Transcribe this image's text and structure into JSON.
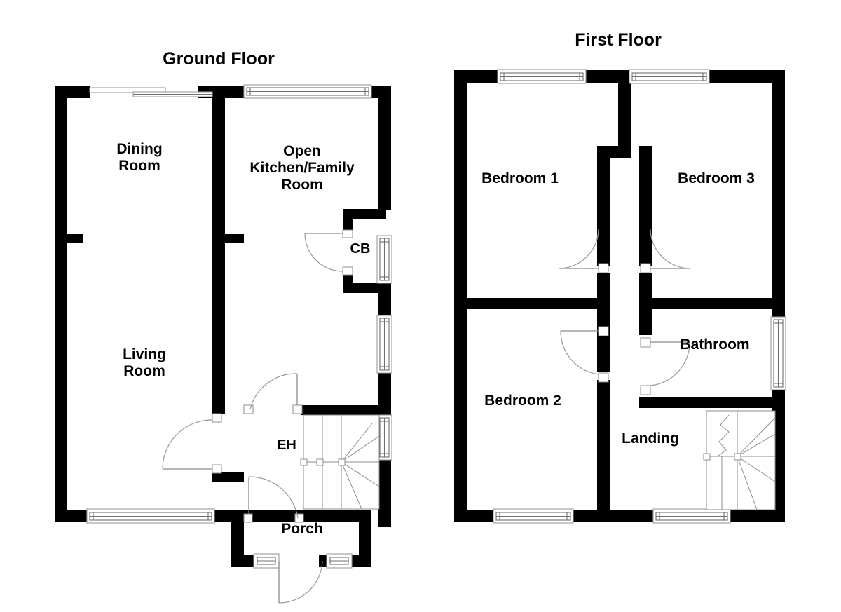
{
  "document": {
    "type": "floor-plan",
    "background_color": "#ffffff",
    "line_color": "#000000",
    "detail_color": "#8d8d8d"
  },
  "floors": [
    {
      "id": "ground",
      "title": "Ground Floor",
      "rooms": [
        {
          "id": "dining-room",
          "label": "Dining Room",
          "label_lines": [
            "Dining",
            "Room"
          ]
        },
        {
          "id": "kitchen",
          "label": "Open Kitchen/Family Room",
          "label_lines": [
            "Open",
            "Kitchen/Family",
            "Room"
          ]
        },
        {
          "id": "cupboard",
          "label": "CB",
          "label_lines": [
            "CB"
          ]
        },
        {
          "id": "living-room",
          "label": "Living Room",
          "label_lines": [
            "Living",
            "Room"
          ]
        },
        {
          "id": "entrance-hall",
          "label": "EH",
          "label_lines": [
            "EH"
          ]
        },
        {
          "id": "porch",
          "label": "Porch",
          "label_lines": [
            "Porch"
          ]
        }
      ]
    },
    {
      "id": "first",
      "title": "First Floor",
      "rooms": [
        {
          "id": "bedroom-1",
          "label": "Bedroom 1",
          "label_lines": [
            "Bedroom 1"
          ]
        },
        {
          "id": "bedroom-3",
          "label": "Bedroom 3",
          "label_lines": [
            "Bedroom 3"
          ]
        },
        {
          "id": "bedroom-2",
          "label": "Bedroom 2",
          "label_lines": [
            "Bedroom 2"
          ]
        },
        {
          "id": "bathroom",
          "label": "Bathroom",
          "label_lines": [
            "Bathroom"
          ]
        },
        {
          "id": "landing",
          "label": "Landing",
          "label_lines": [
            "Landing"
          ]
        }
      ]
    }
  ],
  "labels": {
    "ground_title": "Ground Floor",
    "first_title": "First Floor",
    "dining_1": "Dining",
    "dining_2": "Room",
    "kitchen_1": "Open",
    "kitchen_2": "Kitchen/Family",
    "kitchen_3": "Room",
    "cb": "CB",
    "living_1": "Living",
    "living_2": "Room",
    "eh": "EH",
    "porch": "Porch",
    "bedroom1": "Bedroom 1",
    "bedroom3": "Bedroom 3",
    "bedroom2": "Bedroom 2",
    "bathroom": "Bathroom",
    "landing": "Landing"
  }
}
